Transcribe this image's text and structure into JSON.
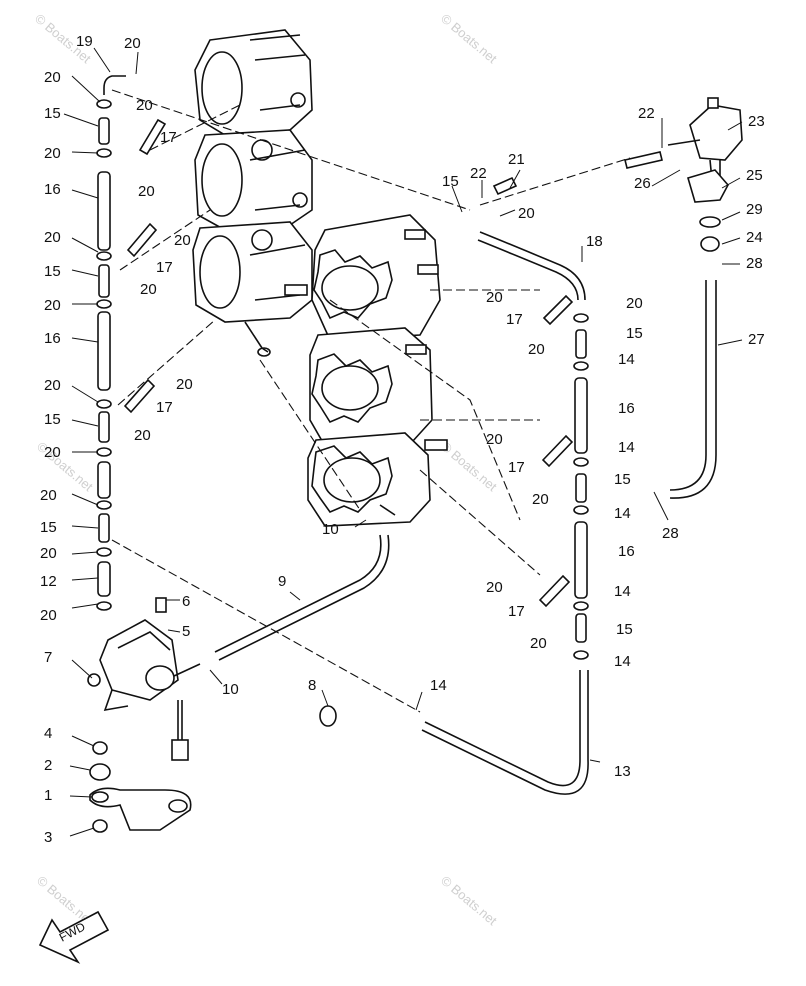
{
  "watermark": "© Boats.net",
  "fwd_label": "FWD",
  "labels": {
    "p1": "1",
    "p2": "2",
    "p3": "3",
    "p4": "4",
    "p5": "5",
    "p6": "6",
    "p7": "7",
    "p8": "8",
    "p9": "9",
    "p10": "10",
    "p12": "12",
    "p13": "13",
    "p14": "14",
    "p15": "15",
    "p16": "16",
    "p17": "17",
    "p18": "18",
    "p19": "19",
    "p20": "20",
    "p21": "21",
    "p22": "22",
    "p23": "23",
    "p24": "24",
    "p25": "25",
    "p26": "26",
    "p27": "27",
    "p28": "28",
    "p29": "29"
  }
}
